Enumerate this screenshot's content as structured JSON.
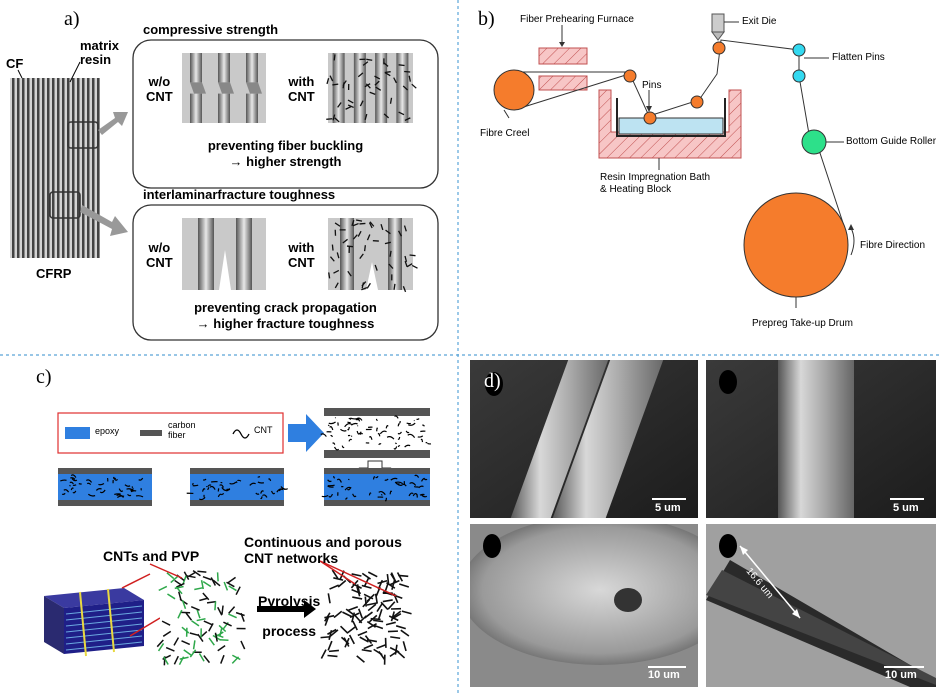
{
  "panel_a": {
    "label": "a)",
    "cf": "CF",
    "matrix": "matrix",
    "resin": "resin",
    "cfrp": "CFRP",
    "compressive": {
      "title": "compressive strength",
      "wo1": "w/o",
      "wo2": "CNT",
      "with1": "with",
      "with2": "CNT",
      "caption1": "preventing fiber buckling",
      "caption2": "→ higher strength"
    },
    "interlaminar": {
      "title": "interlaminarfracture toughness",
      "wo1": "w/o",
      "wo2": "CNT",
      "with1": "with",
      "with2": "CNT",
      "caption1": "preventing crack propagation",
      "caption2": "→ higher fracture toughness"
    }
  },
  "panel_b": {
    "label": "b)",
    "furnace": "Fiber Prehearing Furnace",
    "exit_die": "Exit Die",
    "pins": "Pins",
    "flatten": "Flatten Pins",
    "creel": "Fibre Creel",
    "bath1": "Resin Impregnation Bath",
    "bath2": "& Heating Block",
    "guide": "Bottom Guide Roller",
    "direction": "Fibre Direction",
    "drum": "Prepreg Take-up Drum"
  },
  "panel_c": {
    "label": "c)",
    "legend_epoxy": "epoxy",
    "legend_carbon1": "carbon",
    "legend_carbon2": "fiber",
    "legend_cnt": "CNT",
    "cnts_pvp": "CNTs and PVP",
    "continuous1": "Continuous and porous",
    "continuous2": "CNT networks",
    "pyrolysis1": "Pyrolysis",
    "pyrolysis2": "process"
  },
  "panel_d": {
    "label": "d)",
    "scale_tl": "5 um",
    "scale_tr": "5 um",
    "scale_bl": "10 um",
    "scale_br": "10 um",
    "measure": "16.6 um"
  },
  "colors": {
    "orange": "#f57c2c",
    "cyan": "#33d9f0",
    "green": "#2de08a",
    "pink": "#f7c6c6",
    "blue": "#2f7fe0",
    "divider": "#5aa5d8"
  }
}
